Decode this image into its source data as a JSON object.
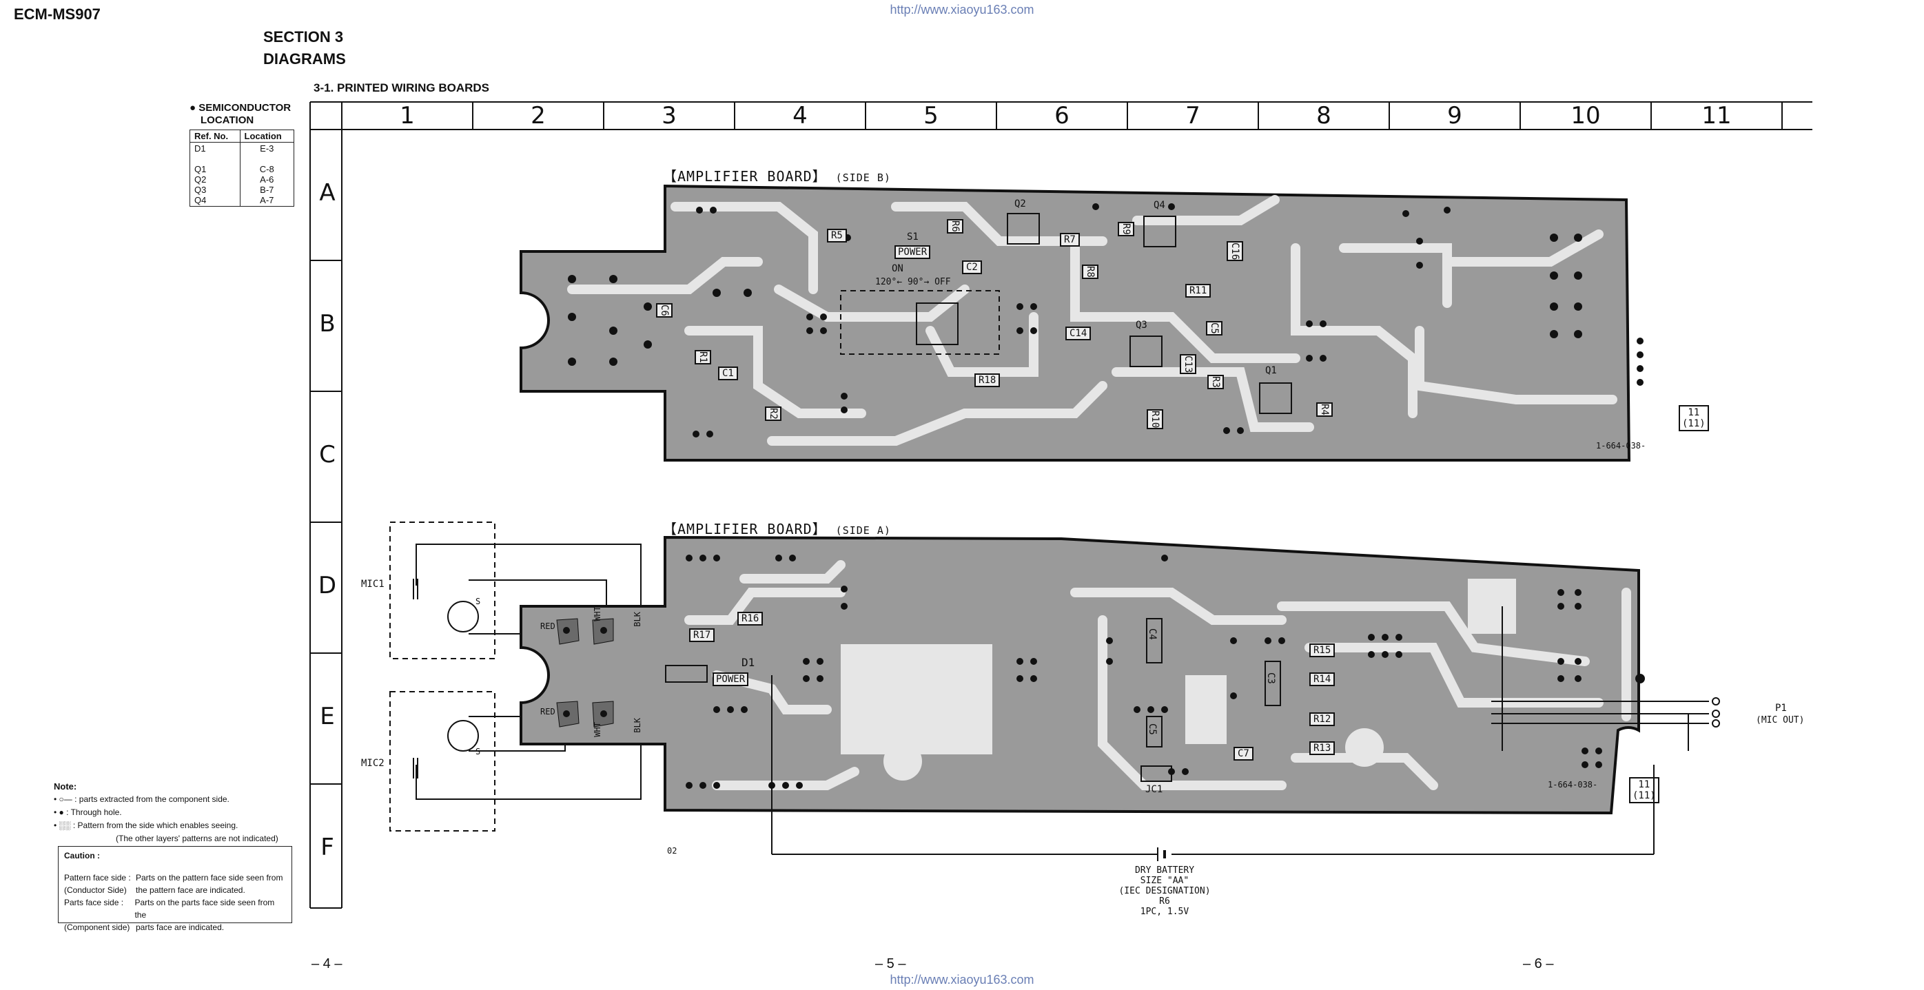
{
  "header": {
    "model": "ECM-MS907",
    "url_top": "http://www.xiaoyu163.com",
    "url_bottom": "http://www.xiaoyu163.com",
    "section": "SECTION 3",
    "section_title": "DIAGRAMS",
    "subsection": "3-1. PRINTED WIRING BOARDS"
  },
  "semiconductor": {
    "title_line1": "● SEMICONDUCTOR",
    "title_line2": "LOCATION",
    "col_ref": "Ref. No.",
    "col_loc": "Location",
    "rows": [
      {
        "ref": "D1",
        "loc": "E-3"
      },
      {
        "ref": "Q1",
        "loc": "C-8"
      },
      {
        "ref": "Q2",
        "loc": "A-6"
      },
      {
        "ref": "Q3",
        "loc": "B-7"
      },
      {
        "ref": "Q4",
        "loc": "A-7"
      }
    ]
  },
  "grid": {
    "columns": [
      "1",
      "2",
      "3",
      "4",
      "5",
      "6",
      "7",
      "8",
      "9",
      "10",
      "11"
    ],
    "rows": [
      "A",
      "B",
      "C",
      "D",
      "E",
      "F"
    ]
  },
  "boards": {
    "side_b_title": "【AMPLIFIER BOARD】",
    "side_b_sub": "(SIDE B)",
    "side_a_title": "【AMPLIFIER BOARD】",
    "side_a_sub": "(SIDE A)",
    "side_b_part": "1-664-038-",
    "side_a_part": "1-664-038-",
    "rev_top": "11",
    "rev_bottom": "(11)",
    "rev_top_a": "11",
    "rev_bottom_a": "(11)"
  },
  "side_b_labels": {
    "R5": "R5",
    "S1": "S1",
    "POWER": "POWER",
    "ON": "ON",
    "switch_pos": "120°← 90°→ OFF",
    "R6": "R6",
    "Q2": "Q2",
    "R7": "R7",
    "R9": "R9",
    "Q4": "Q4",
    "C2": "C2",
    "R8": "R8",
    "C16": "C16",
    "R11": "R11",
    "C6": "C6",
    "C14": "C14",
    "Q3": "Q3",
    "C5": "C5",
    "R1": "R1",
    "C1": "C1",
    "C13": "C13",
    "R3": "R3",
    "Q1": "Q1",
    "R18": "R18",
    "R2": "R2",
    "R10": "R10",
    "R4": "R4"
  },
  "side_a_labels": {
    "MIC1": "MIC1",
    "MIC2": "MIC2",
    "S_top": "S",
    "S_bot": "S",
    "RED_top": "RED",
    "WHT_top": "WHT",
    "BLK_top": "BLK",
    "RED_bot": "RED",
    "WHT_bot": "WHT",
    "BLK_bot": "BLK",
    "R16": "R16",
    "R17": "R17",
    "D1": "D1",
    "POWER": "POWER",
    "C4": "C4",
    "R15": "R15",
    "C3": "C3",
    "R14": "R14",
    "R12": "R12",
    "C5": "C5",
    "C7": "C7",
    "R13": "R13",
    "JC1": "JC1",
    "P1": "P1",
    "P1_desc": "(MIC OUT)",
    "o2": "02"
  },
  "battery": {
    "line1": "DRY BATTERY",
    "line2": "SIZE \"AA\"",
    "line3": "(IEC DESIGNATION)",
    "line4": "R6",
    "line5": "1PC, 1.5V"
  },
  "notes": {
    "title": "Note:",
    "items": [
      "• ○— : parts extracted from the component side.",
      "• ● : Through hole.",
      "• ░░ : Pattern from the side which enables seeing.",
      "(The other layers' patterns are not indicated)"
    ]
  },
  "caution": {
    "title": "Caution :",
    "line1a": "Pattern face side :",
    "line1b": "Parts on the pattern face side seen from",
    "line2a": "(Conductor Side)",
    "line2b": "the pattern face are indicated.",
    "line3a": "Parts face side :",
    "line3b": "Parts on the parts face side seen from the",
    "line4a": "(Component side)",
    "line4b": "parts face are indicated."
  },
  "pages": {
    "p4": "– 4 –",
    "p5": "– 5 –",
    "p6": "– 6 –"
  },
  "colors": {
    "board_fill": "#9a9a9a",
    "trace": "#e6e6e6",
    "ink": "#111111",
    "url": "#6a7fb5"
  }
}
